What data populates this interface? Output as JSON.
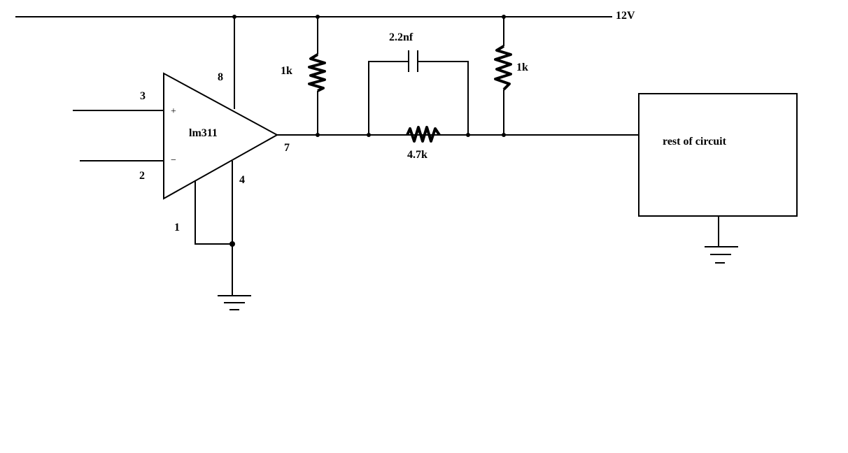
{
  "supply": {
    "label": "12V"
  },
  "opamp": {
    "name": "lm311",
    "plus_symbol": "+",
    "minus_symbol": "−",
    "pins": {
      "p3": "3",
      "p2": "2",
      "p8": "8",
      "p4": "4",
      "p1": "1",
      "p7": "7"
    }
  },
  "components": {
    "r_pullup_left": "1k",
    "r_pullup_right": "1k",
    "capacitor": "2.2nf",
    "r_feedback": "4.7k"
  },
  "block": {
    "label": "rest of circuit"
  }
}
